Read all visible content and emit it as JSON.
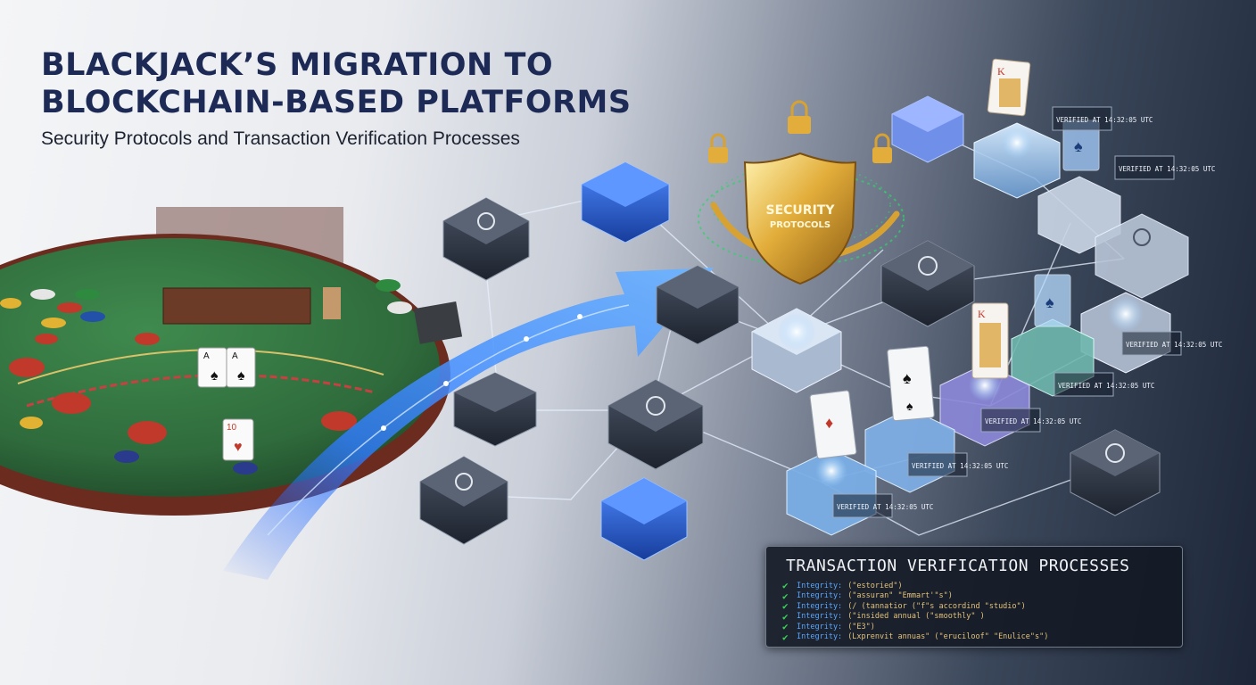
{
  "headline": {
    "title_line_1": "BLACKJACK’S MIGRATION TO",
    "title_line_2": "BLOCKCHAIN-BASED PLATFORMS",
    "subtitle": "Security Protocols and Transaction Verification Processes"
  },
  "shield": {
    "label_line_1": "SECURITY",
    "label_line_2": "PROTOCOLS"
  },
  "verified_tags": [
    "VERIFIED AT 14:32:05 UTC",
    "VERIFIED AT 14:32:05 UTC",
    "VERIFIED AT 14:32:05 UTC",
    "VERIFIED AT 14:32:05 UTC",
    "VERIFIED AT 14:32:05 UTC",
    "VERIFIED AT 14:32:05 UTC",
    "VERIFIED AT 14:32:05 UTC"
  ],
  "cards": {
    "table_card_1": "A",
    "table_card_2": "A",
    "table_card_3": "10",
    "chain_card_king": "K"
  },
  "verification_panel": {
    "title": "TRANSACTION VERIFICATION PROCESSES",
    "lines": [
      {
        "key": "Integrity:",
        "value": "(\"estoried\")"
      },
      {
        "key": "Integrity:",
        "value": "(\"assuran\" \"Emmart'\"s\")"
      },
      {
        "key": "Integrity:",
        "value": "(/ (tannatior (\"f\"s accordind \"studio\")"
      },
      {
        "key": "Integrity:",
        "value": "(\"insided annual (\"smoothly\" )"
      },
      {
        "key": "Integrity:",
        "value": "(\"E3\")"
      },
      {
        "key": "Integrity:",
        "value": "(Lxprenvit annuas\" (\"eruciloof\" \"Enulice\"s\")"
      }
    ]
  },
  "colors": {
    "title_navy": "#1c2a55",
    "felt_green": "#2f6b3c",
    "arrow_blue": "#2f7bff",
    "shield_gold": "#d8a233",
    "check_green": "#3ad15a"
  }
}
